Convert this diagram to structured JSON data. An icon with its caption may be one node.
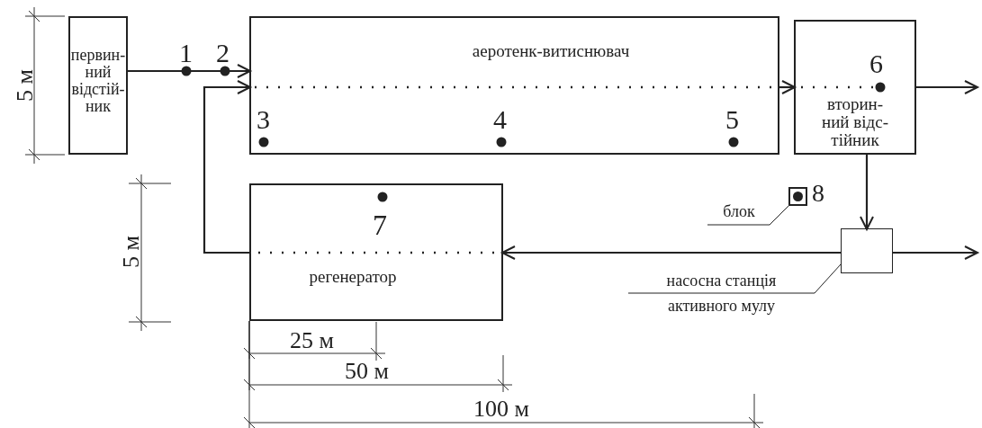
{
  "diagram": {
    "nodes": [
      {
        "text": [
          "первин- ний відстій- ник"
        ]
      },
      {
        "text": [
          "аеротенк-витиснювач"
        ]
      },
      {
        "text": [
          "вторин- ний відс- тійник"
        ]
      },
      {
        "text": [
          "регенератор"
        ]
      },
      {
        "text": [],
        "shape": "box",
        "beside": [
          "8"
        ]
      },
      {
        "text": [
          "блок"
        ]
      },
      {
        "text": [],
        "shape": "box"
      },
      {
        "text": [
          "насосна станція активного мулу"
        ]
      }
    ],
    "edges": [
      {
        "from": 0,
        "to": 1,
        "arrow": "to"
      },
      {
        "from": 3,
        "to": 1,
        "arrow": "to"
      },
      {
        "from": 1,
        "to": 2,
        "arrow": "to"
      },
      {
        "from": 2,
        "to": null,
        "arrow": "to"
      },
      {
        "from": 2,
        "to": 6,
        "arrow": "to"
      },
      {
        "from": 6,
        "to": 3,
        "arrow": "to"
      },
      {
        "from": 6,
        "to": null,
        "arrow": "to"
      },
      {
        "from": 5,
        "to": 4,
        "arrow": "none"
      },
      {
        "from": 7,
        "to": 6,
        "arrow": "none"
      }
    ],
    "labels": [
      "1",
      "2",
      "6",
      "5 м",
      "3",
      "4",
      "5",
      "7",
      "5 м",
      "25 м",
      "50 м",
      "100 м"
    ]
  }
}
